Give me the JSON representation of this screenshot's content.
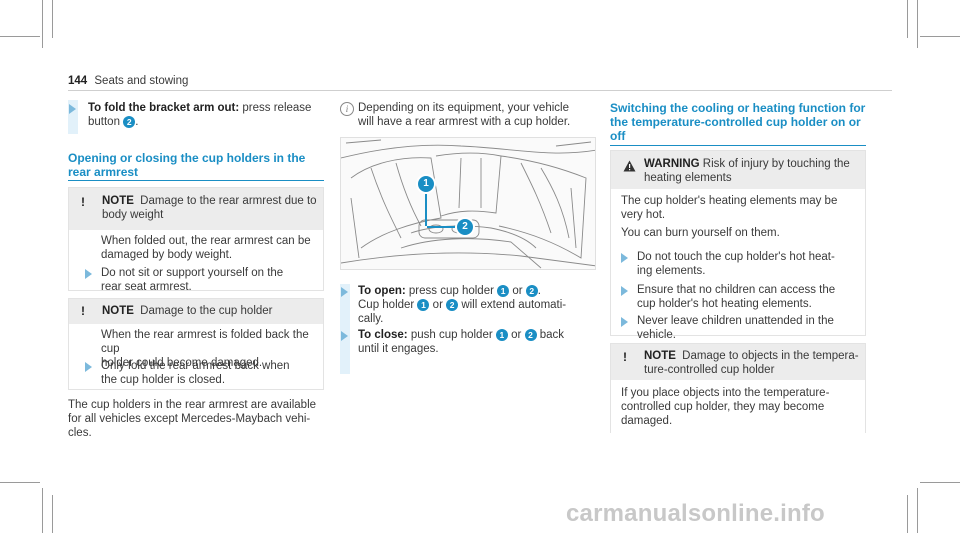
{
  "header": {
    "page_number": "144",
    "section": "Seats and stowing"
  },
  "col1": {
    "step1_label": "To fold the bracket arm out:",
    "step1_text_a": " press release",
    "step1_text_b": "button",
    "callout_2": "2",
    "heading_line1": "Opening or closing the cup holders in the",
    "heading_line2": "rear armrest",
    "note1_label": "NOTE",
    "note1_title_a": "Damage to the rear armrest due to",
    "note1_title_b": "body weight",
    "note1_body_a": "When folded out, the rear armrest can be",
    "note1_body_b": "damaged by body weight.",
    "note1_step_a": "Do not sit or support yourself on the",
    "note1_step_b": "rear seat armrest.",
    "note2_label": "NOTE",
    "note2_title": "Damage to the cup holder",
    "note2_body_a": "When the rear armrest is folded back the cup",
    "note2_body_b": "holder could become damaged.",
    "note2_step_a": "Only fold the rear armrest back when",
    "note2_step_b": "the cup holder is closed.",
    "para_a": "The cup holders in the rear armrest are available",
    "para_b": "for all vehicles except Mercedes-Maybach vehi-",
    "para_c": "cles."
  },
  "col2": {
    "info_a": "Depending on its equipment, your vehicle",
    "info_b": "will have a rear armrest with a cup holder.",
    "callout_1": "1",
    "callout_2": "2",
    "open_label": "To open:",
    "open_text_a": " press cup holder",
    "or": "or",
    "open_text_b": "Cup holder",
    "open_text_c": "will extend automati-",
    "open_text_d": "cally.",
    "close_label": "To close:",
    "close_text_a": " push cup holder",
    "close_text_b": "back",
    "close_text_c": "until it engages."
  },
  "col3": {
    "heading_line1": "Switching the cooling or heating function for",
    "heading_line2": "the temperature-controlled cup holder on or",
    "heading_line3": "off",
    "warning_label": "WARNING",
    "warning_title_a": " Risk of injury by touching the",
    "warning_title_b": "heating elements",
    "warn_body_a": "The cup holder's heating elements may be",
    "warn_body_b": "very hot.",
    "warn_body_c": "You can burn yourself on them.",
    "warn_step1_a": "Do not touch the cup holder's hot heat-",
    "warn_step1_b": "ing elements.",
    "warn_step2_a": "Ensure that no children can access the",
    "warn_step2_b": "cup holder's hot heating elements.",
    "warn_step3_a": "Never leave children unattended in the",
    "warn_step3_b": "vehicle.",
    "note_label": "NOTE",
    "note_title_a": "Damage to objects in the tempera-",
    "note_title_b": "ture-controlled cup holder",
    "note_body_a": "If you place objects into the temperature-",
    "note_body_b": "controlled cup holder, they may become",
    "note_body_c": "damaged."
  },
  "footer": {
    "watermark": "carmanualsonline.info"
  }
}
